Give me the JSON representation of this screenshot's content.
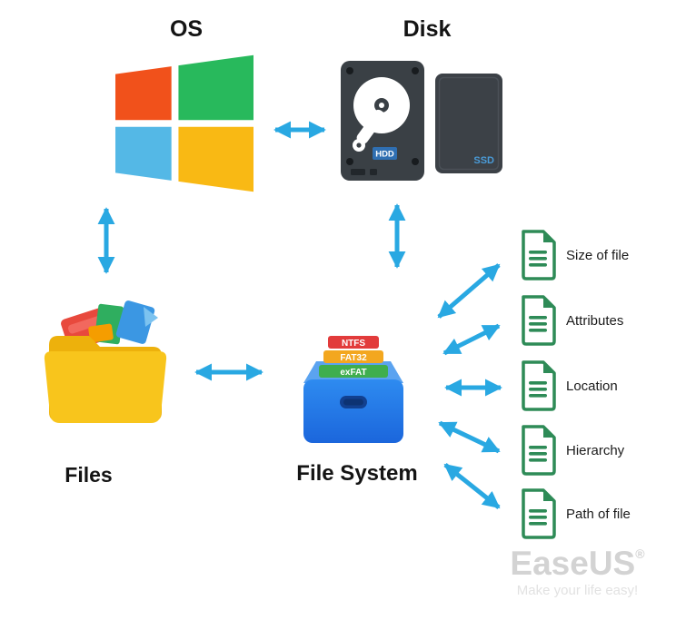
{
  "nodes": {
    "os": {
      "label": "OS"
    },
    "disk": {
      "label": "Disk",
      "hdd": "HDD",
      "ssd": "SSD"
    },
    "files": {
      "label": "Files"
    },
    "file_system": {
      "label": "File System",
      "formats": [
        "NTFS",
        "FAT32",
        "exFAT"
      ]
    }
  },
  "file_attributes": [
    {
      "label": "Size of file"
    },
    {
      "label": "Attributes"
    },
    {
      "label": "Location"
    },
    {
      "label": "Hierarchy"
    },
    {
      "label": "Path of file"
    }
  ],
  "connections": [
    "OS-Disk",
    "OS-Files",
    "Disk-FileSystem",
    "Files-FileSystem",
    "FileSystem-SizeOfFile",
    "FileSystem-Attributes",
    "FileSystem-Location",
    "FileSystem-Hierarchy",
    "FileSystem-PathOfFile"
  ],
  "watermark": {
    "brand": "EaseUS",
    "registered": "®",
    "tagline": "Make your life easy!"
  },
  "colors": {
    "arrow": "#29a8e2",
    "doc_green": "#2e8b57",
    "cabinet_blue": "#2e8bf0",
    "ntfs_red": "#e23b3b",
    "fat32_orange": "#f3a71f",
    "exfat_green": "#3fae4e",
    "windows_red": "#f1511b",
    "windows_green": "#28b95c",
    "windows_blue": "#54b8e6",
    "windows_yellow": "#f9b914",
    "folder_yellow": "#f8c51c",
    "drive_dark": "#3a4045"
  }
}
